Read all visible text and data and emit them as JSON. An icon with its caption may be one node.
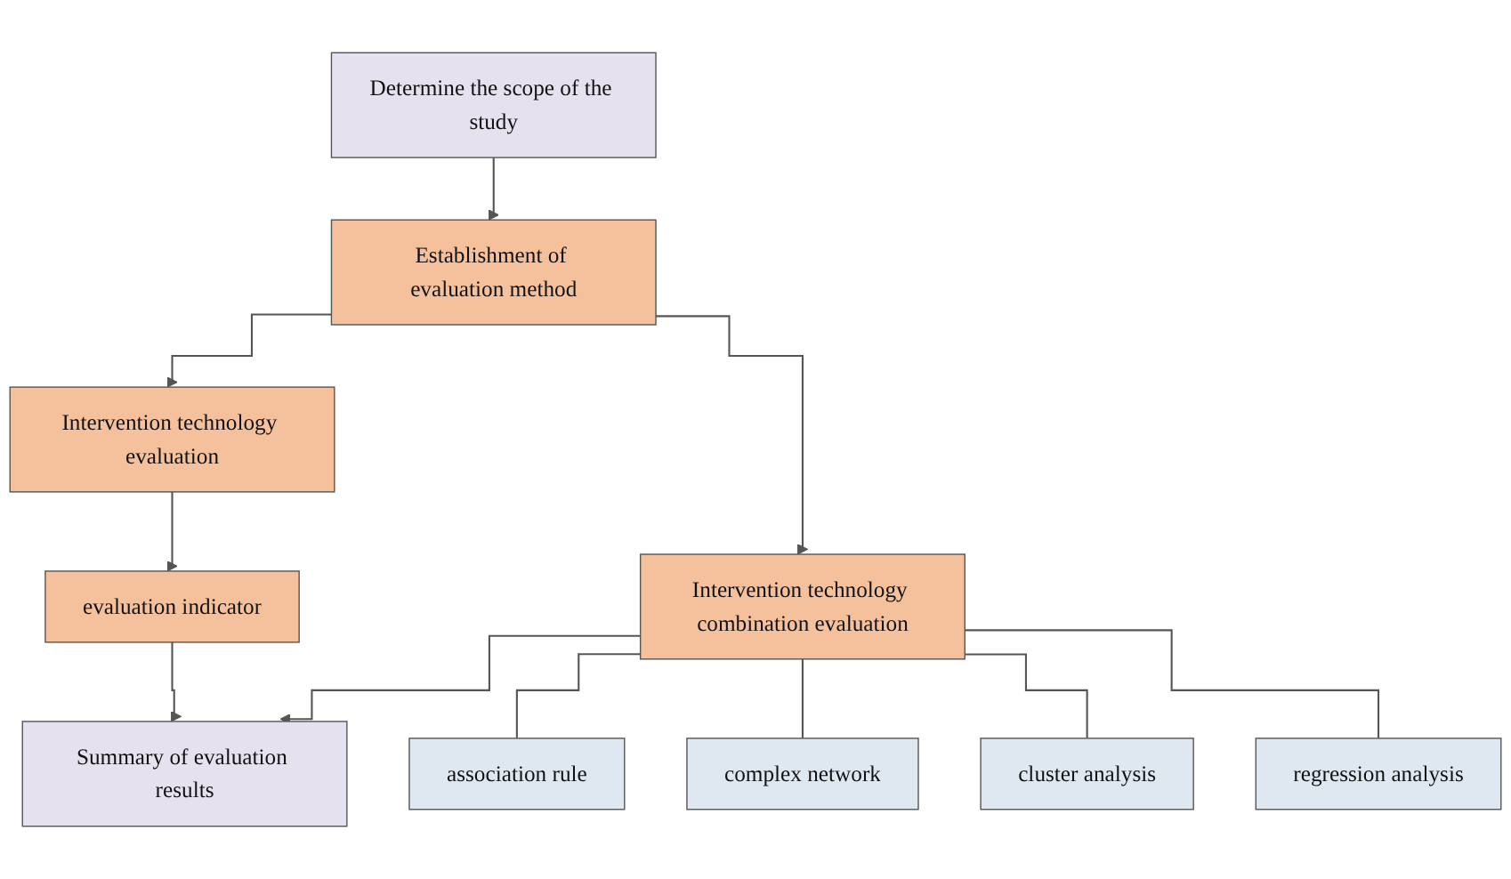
{
  "diagram": {
    "nodes": [
      {
        "text": [
          "Determine the scope of the study"
        ]
      },
      {
        "text": [
          "Establishment of evaluation method"
        ]
      },
      {
        "text": [
          "Intervention technology evaluation"
        ]
      },
      {
        "text": [
          "Intervention technology combination evaluation"
        ]
      },
      {
        "text": [
          "evaluation indicator"
        ]
      },
      {
        "text": [
          "association rule"
        ]
      },
      {
        "text": [
          "complex network"
        ]
      },
      {
        "text": [
          "cluster analysis"
        ]
      },
      {
        "text": [
          "regression analysis"
        ]
      },
      {
        "text": [
          "Summary of evaluation results"
        ]
      }
    ],
    "edges": [
      {
        "from": 0,
        "to": 1,
        "arrow": "to"
      },
      {
        "from": 1,
        "to": 2,
        "arrow": "to"
      },
      {
        "from": 1,
        "to": 3,
        "arrow": "to"
      },
      {
        "from": 2,
        "to": 4,
        "arrow": "to"
      },
      {
        "from": 3,
        "to": 5,
        "arrow": "none"
      },
      {
        "from": 3,
        "to": 6,
        "arrow": "none"
      },
      {
        "from": 3,
        "to": 7,
        "arrow": "none"
      },
      {
        "from": 3,
        "to": 8,
        "arrow": "none"
      },
      {
        "from": 4,
        "to": 9,
        "arrow": "to"
      },
      {
        "from": 3,
        "to": 9,
        "arrow": "to"
      }
    ]
  }
}
